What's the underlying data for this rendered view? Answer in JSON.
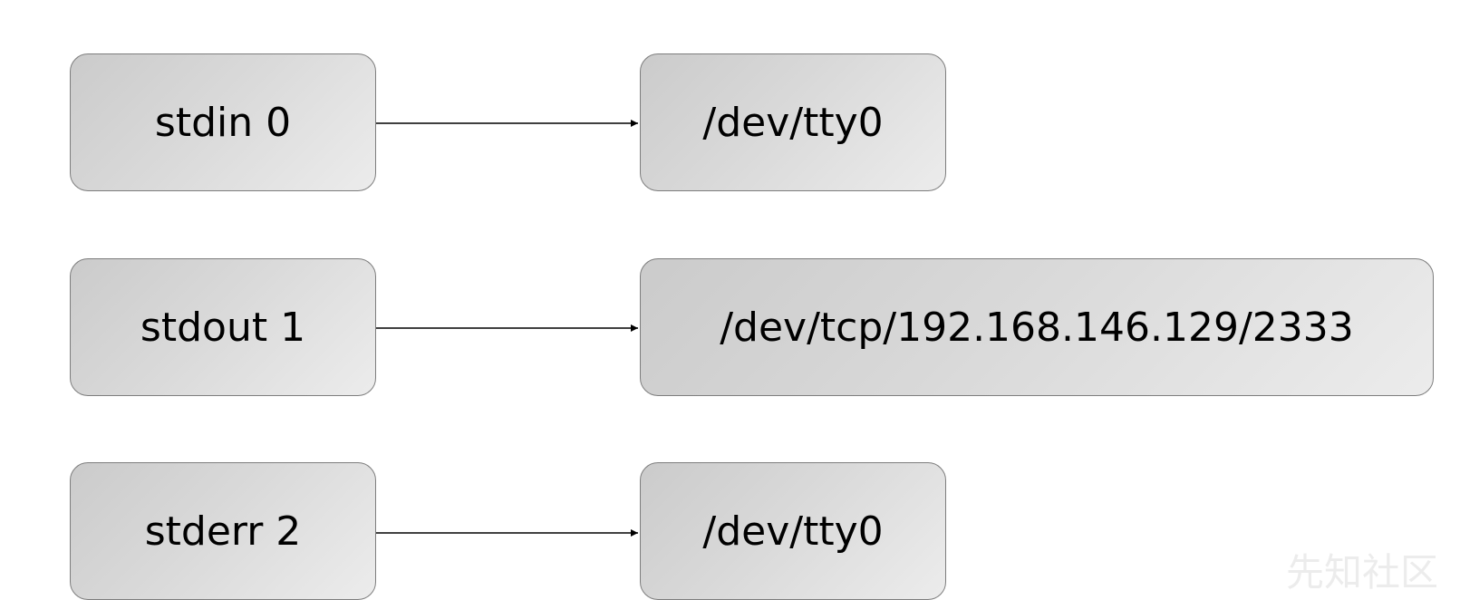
{
  "rows": [
    {
      "stream": "stdin 0",
      "target": "/dev/tty0"
    },
    {
      "stream": "stdout 1",
      "target": "/dev/tcp/192.168.146.129/2333"
    },
    {
      "stream": "stderr 2",
      "target": "/dev/tty0"
    }
  ],
  "watermark": "先知社区",
  "colors": {
    "box_border": "#7d7d7d",
    "box_fill_dark": "#cbcbcb",
    "box_fill_light": "#ececec",
    "arrow": "#000000"
  }
}
